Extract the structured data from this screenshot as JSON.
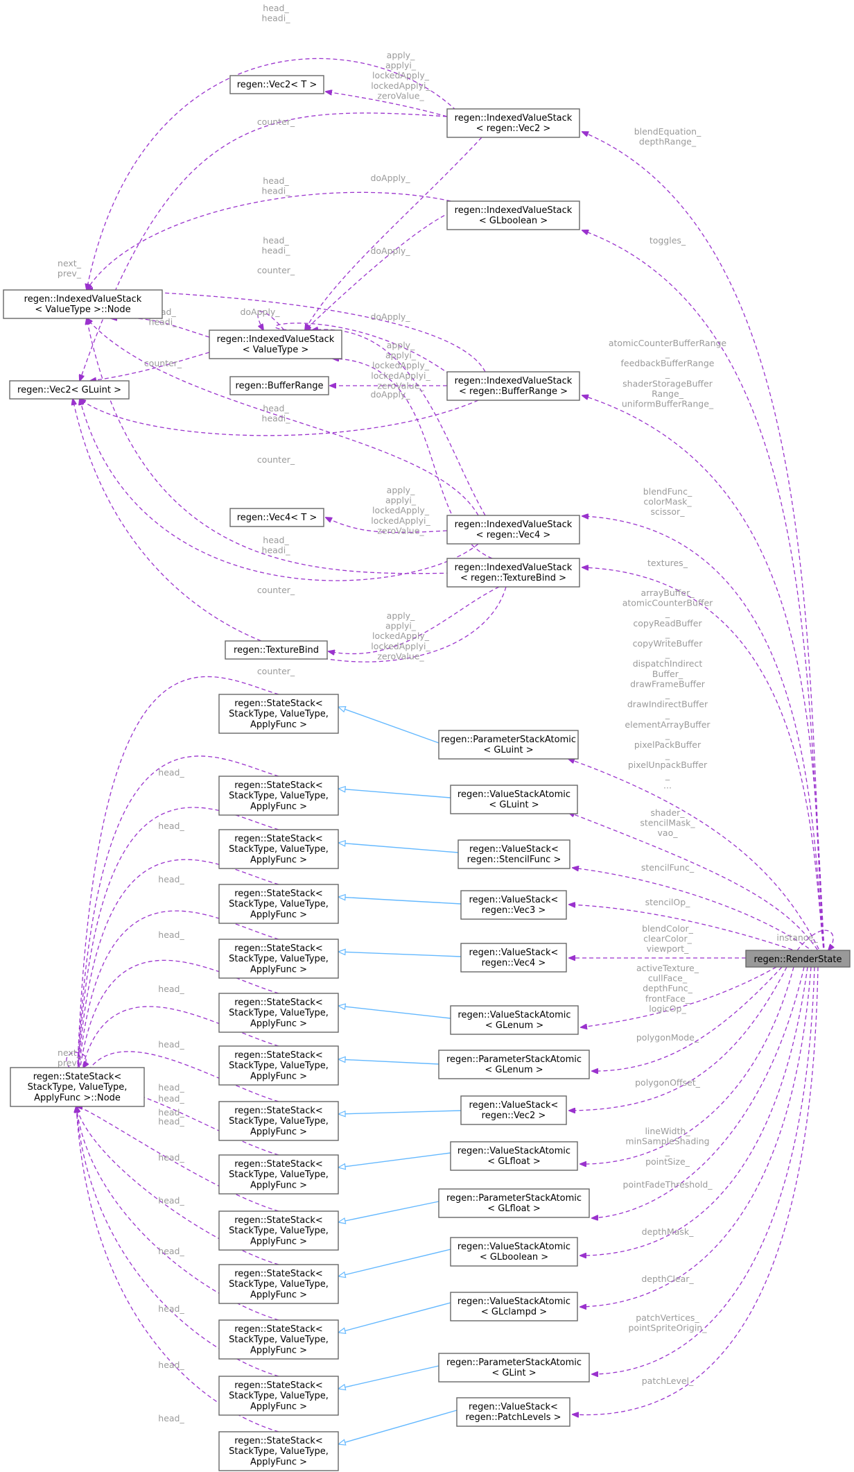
{
  "nodes": {
    "render_state": "regen::RenderState",
    "ivs_node": [
      "regen::IndexedValueStack",
      "< ValueType >::Node"
    ],
    "vec2_gluint": "regen::Vec2< GLuint >",
    "vec2_t": "regen::Vec2< T >",
    "ivs_vec2": [
      "regen::IndexedValueStack",
      "< regen::Vec2 >"
    ],
    "ivs_glboolean": [
      "regen::IndexedValueStack",
      "< GLboolean >"
    ],
    "ivs_valuetype": [
      "regen::IndexedValueStack",
      "< ValueType >"
    ],
    "bufferrange": "regen::BufferRange",
    "ivs_bufferrange": [
      "regen::IndexedValueStack",
      "< regen::BufferRange >"
    ],
    "vec4_t": "regen::Vec4< T >",
    "ivs_vec4": [
      "regen::IndexedValueStack",
      "< regen::Vec4 >"
    ],
    "ivs_texturebind": [
      "regen::IndexedValueStack",
      "< regen::TextureBind >"
    ],
    "texturebind": "regen::TextureBind",
    "statestack_node": [
      "regen::StateStack<",
      "StackType, ValueType,",
      "ApplyFunc >::Node"
    ],
    "statestack": [
      "regen::StateStack<",
      "StackType, ValueType,",
      "ApplyFunc >"
    ],
    "psa_gluint": [
      "regen::ParameterStackAtomic",
      "< GLuint >"
    ],
    "vsa_gluint": [
      "regen::ValueStackAtomic",
      "< GLuint >"
    ],
    "vs_stencilfunc": [
      "regen::ValueStack<",
      "regen::StencilFunc >"
    ],
    "vs_vec3": [
      "regen::ValueStack<",
      "regen::Vec3 >"
    ],
    "vs_vec4": [
      "regen::ValueStack<",
      "regen::Vec4 >"
    ],
    "vsa_glenum": [
      "regen::ValueStackAtomic",
      "< GLenum >"
    ],
    "psa_glenum": [
      "regen::ParameterStackAtomic",
      "< GLenum >"
    ],
    "vs_vec2": [
      "regen::ValueStack<",
      "regen::Vec2 >"
    ],
    "vsa_glfloat": [
      "regen::ValueStackAtomic",
      "< GLfloat >"
    ],
    "psa_glfloat": [
      "regen::ParameterStackAtomic",
      "< GLfloat >"
    ],
    "vsa_glboolean": [
      "regen::ValueStackAtomic",
      "< GLboolean >"
    ],
    "vsa_glclampd": [
      "regen::ValueStackAtomic",
      "< GLclampd >"
    ],
    "psa_glint": [
      "regen::ParameterStackAtomic",
      "< GLint >"
    ],
    "vs_patchlevels": [
      "regen::ValueStack<",
      "regen::PatchLevels >"
    ]
  },
  "edge_labels": {
    "head_headi": [
      "head_",
      "headi_"
    ],
    "next_prev": [
      "next_",
      "prev_"
    ],
    "apply_zero": [
      "apply_",
      "applyi_",
      "lockedApply_",
      "lockedApplyi_",
      "zeroValue_"
    ],
    "counter": "counter_",
    "doapply": "doApply_",
    "head": "head_",
    "instance": "instance_",
    "blend_equation": [
      "blendEquation_",
      "depthRange_"
    ],
    "toggles": "toggles_",
    "buffer_ranges": [
      "atomicCounterBufferRange",
      "_",
      "feedbackBufferRange",
      "_",
      "shaderStorageBuffer",
      "Range_",
      "uniformBufferRange_"
    ],
    "blend_func": [
      "blendFunc_",
      "colorMask_",
      "scissor_"
    ],
    "textures": "textures_",
    "buffers": [
      "arrayBuffer_",
      "atomicCounterBuffer",
      "_",
      "copyReadBuffer",
      "_",
      "copyWriteBuffer",
      "_",
      "dispatchIndirect",
      "Buffer_",
      "drawFrameBuffer",
      "_",
      "drawIndirectBuffer",
      "_",
      "elementArrayBuffer",
      "_",
      "pixelPackBuffer",
      "_",
      "pixelUnpackBuffer",
      "_",
      "..."
    ],
    "shader": [
      "shader_",
      "stencilMask_",
      "vao_"
    ],
    "stencil_func": "stencilFunc_",
    "stencil_op": "stencilOp_",
    "blend_color": [
      "blendColor_",
      "clearColor_",
      "viewport_"
    ],
    "active_texture": [
      "activeTexture_",
      "cullFace_",
      "depthFunc_",
      "frontFace_",
      "logicOp_"
    ],
    "polygon_mode": "polygonMode_",
    "polygon_offset": "polygonOffset_",
    "line_width": [
      "lineWidth_",
      "minSampleShading",
      "_",
      "pointSize_"
    ],
    "point_fade": "pointFadeThreshold_",
    "depth_mask": "depthMask_",
    "depth_clear": "depthClear_",
    "patch_vertices": [
      "patchVertices_",
      "pointSpriteOrigin_"
    ],
    "patch_level": "patchLevel_"
  },
  "colors": {
    "usage_edge": "#9a32cd",
    "inheritance_edge": "#63b8ff",
    "node_border": "#666666",
    "focus_fill": "#999999",
    "edge_label": "#9a9a9a"
  }
}
